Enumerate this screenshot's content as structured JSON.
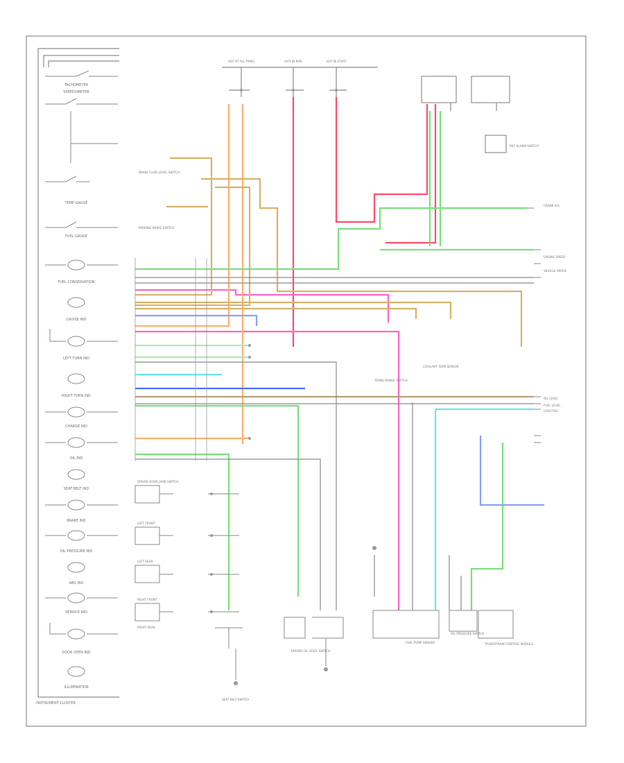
{
  "diagram": {
    "footer_label": "INSTRUMENT CLUSTER",
    "corner_code": "",
    "cluster_items": [
      {
        "label": "TACHOMETER"
      },
      {
        "label": "SPEEDOMETER"
      },
      {
        "label": "TEMP GAUGE"
      },
      {
        "label": "FUEL GAUGE"
      },
      {
        "label": "FUEL CONSERVATION"
      },
      {
        "label": "CRUISE IND"
      },
      {
        "label": "LEFT TURN IND"
      },
      {
        "label": "RIGHT TURN IND"
      },
      {
        "label": "CHARGE IND"
      },
      {
        "label": "OIL IND"
      },
      {
        "label": "SEAT BELT IND"
      },
      {
        "label": "BRAKE IND"
      },
      {
        "label": "OIL PRESSURE IND"
      },
      {
        "label": "ABS IND"
      },
      {
        "label": "SERVICE IND"
      },
      {
        "label": "DOOR OPEN IND"
      },
      {
        "label": "ILLUMINATION"
      }
    ],
    "door_switches": [
      {
        "label": "DRIVER DOOR JAMB SWITCH"
      },
      {
        "label": "LEFT FRONT"
      },
      {
        "label": "LEFT REAR"
      },
      {
        "label": "RIGHT FRONT"
      },
      {
        "label": "RIGHT REAR"
      }
    ],
    "top_fuses": [
      {
        "label": "HOT AT ALL TIMES"
      },
      {
        "label": "HOT IN RUN"
      },
      {
        "label": "HOT IN START"
      }
    ],
    "right_outputs": [
      {
        "label": "CRANK SIG"
      },
      {
        "label": "ENGINE SPEED"
      },
      {
        "label": "VEHICLE SPEED"
      },
      {
        "label": "OIL LEVEL"
      },
      {
        "label": "FUEL LEVEL"
      },
      {
        "label": "LOW FUEL"
      }
    ],
    "components": [
      {
        "label": "BRAKE FLUID LEVEL SWITCH"
      },
      {
        "label": "PARKING BRAKE SWITCH"
      },
      {
        "label": "COOLANT TEMP SENSOR"
      },
      {
        "label": "TRANS RANGE SWITCH"
      },
      {
        "label": "FUEL PUMP SENDER"
      },
      {
        "label": "SEAT BELT SWITCH"
      },
      {
        "label": "ENGINE OIL LEVEL SWITCH"
      },
      {
        "label": "OIL PRESSURE SWITCH"
      },
      {
        "label": "POWERTRAIN CONTROL MODULE"
      },
      {
        "label": "KEY ALARM SWITCH"
      }
    ]
  }
}
